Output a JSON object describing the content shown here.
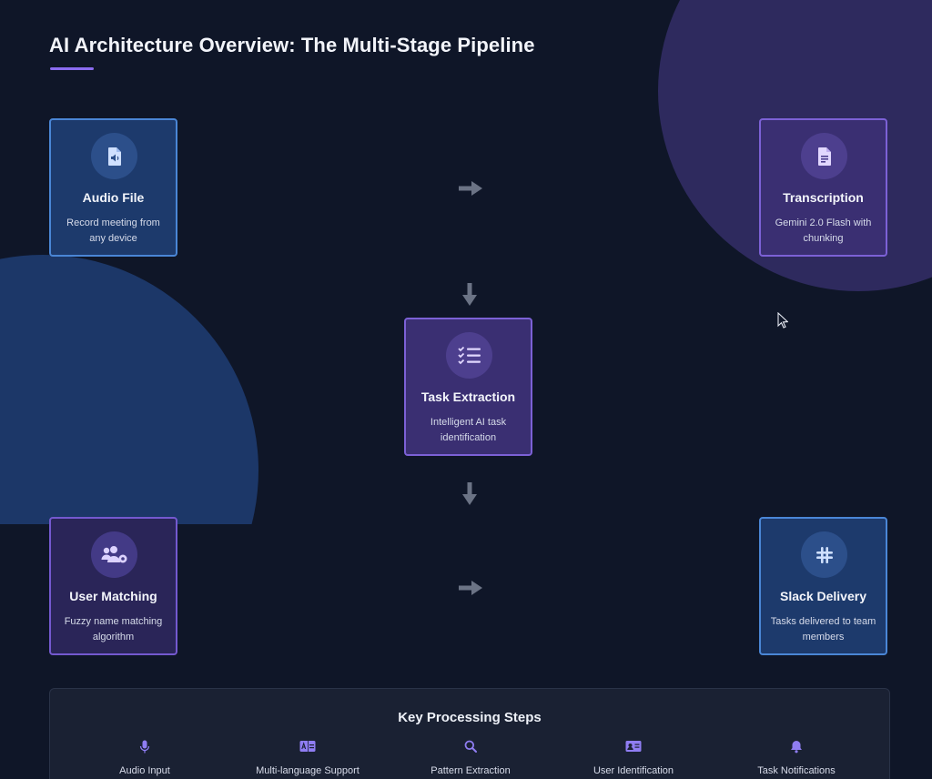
{
  "header": {
    "title": "AI Architecture Overview: The Multi-Stage Pipeline"
  },
  "cards": {
    "audio": {
      "title": "Audio File",
      "desc": "Record meeting from any device",
      "icon": "audio-file-icon"
    },
    "transcription": {
      "title": "Transcription",
      "desc": "Gemini 2.0 Flash with chunking",
      "icon": "document-icon"
    },
    "task": {
      "title": "Task Extraction",
      "desc": "Intelligent AI task identification",
      "icon": "checklist-icon"
    },
    "user": {
      "title": "User Matching",
      "desc": "Fuzzy name matching algorithm",
      "icon": "users-gear-icon"
    },
    "slack": {
      "title": "Slack Delivery",
      "desc": "Tasks delivered to team members",
      "icon": "slack-icon"
    }
  },
  "steps": {
    "title": "Key Processing Steps",
    "items": [
      {
        "label": "Audio Input",
        "icon": "microphone-icon"
      },
      {
        "label": "Multi-language Support",
        "icon": "language-icon"
      },
      {
        "label": "Pattern Extraction",
        "icon": "search-icon"
      },
      {
        "label": "User Identification",
        "icon": "id-card-icon"
      },
      {
        "label": "Task Notifications",
        "icon": "bell-icon"
      }
    ]
  },
  "colors": {
    "background": "#0f1628",
    "accent": "#8b6cf0",
    "blue_card": "#1d3a6c",
    "purple_card": "#3a2f72"
  }
}
